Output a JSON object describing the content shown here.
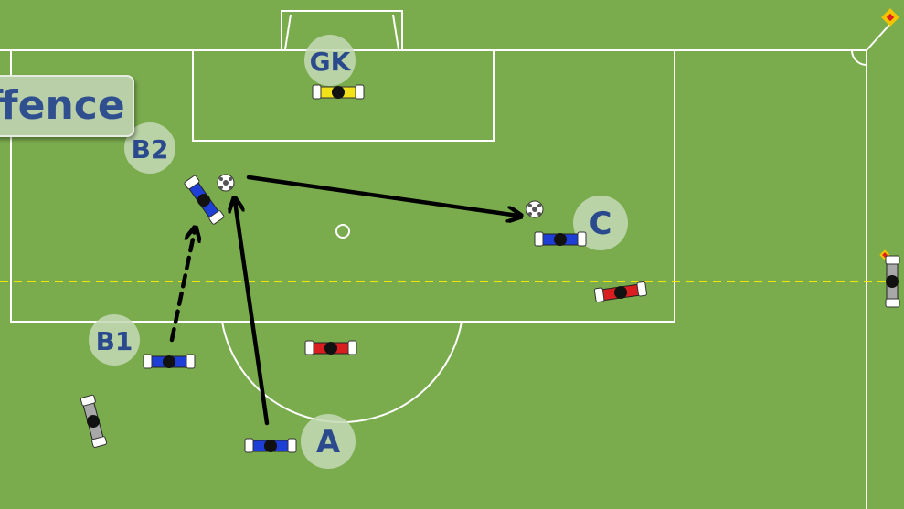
{
  "title": "ffence",
  "colors": {
    "grass": "#7aac4e",
    "lines": "#ffffff",
    "offside_line": "#f2e600",
    "team_attack": "#1e3fd6",
    "team_defend": "#d81e1e",
    "goalkeeper": "#f2e21a",
    "neutral": "#a8a8a8",
    "label_text": "#2b4a8e",
    "label_bubble": "#c6d9b6"
  },
  "labels": {
    "gk": "GK",
    "b2": "B2",
    "b1": "B1",
    "c": "C",
    "a": "A"
  },
  "icons": [
    "ball-icon",
    "corner-flag-icon",
    "player-icon"
  ]
}
